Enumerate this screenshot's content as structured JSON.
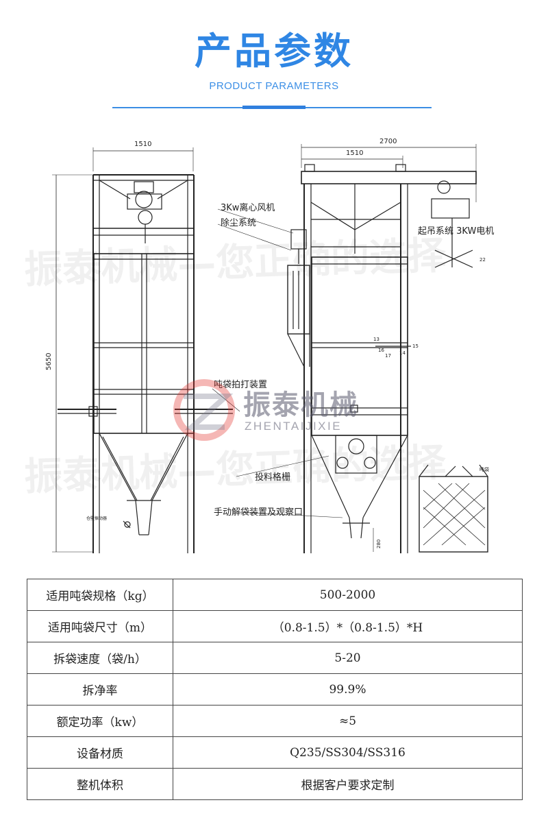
{
  "header": {
    "title": "产品参数",
    "subtitle": "PRODUCT PARAMETERS"
  },
  "drawing": {
    "dim_width_front": "1510",
    "dim_width_side": "2700",
    "dim_width_side_inner": "1510",
    "dim_height": "5650",
    "dim_small": "280",
    "label_fan": "3Kw离心风机",
    "label_dust": "除尘系统",
    "label_hoist": "起吊系统 3KW电机",
    "label_beater": "吨袋拍打装置",
    "label_grid": "投料格栅",
    "label_manual": "手动解袋装置及观察口",
    "label_bag": "吨袋",
    "label_vibrator": "仓壁振动器",
    "callouts": [
      "13",
      "14",
      "15",
      "16",
      "17",
      "22"
    ]
  },
  "watermarks": {
    "line1": "振泰机械—您正确的选择",
    "line2": "振泰机械—您正确的选择",
    "logo_cn": "振泰机械",
    "logo_en": "ZHENTAIJIXIE"
  },
  "colors": {
    "title_blue": "#2f86e4",
    "rule_blue": "#3b8de4",
    "logo_red": "#e2322a"
  },
  "params": [
    {
      "label": "适用吨袋规格（kg）",
      "value": "500-2000"
    },
    {
      "label": "适用吨袋尺寸（m）",
      "value": "（0.8-1.5）*（0.8-1.5）*H"
    },
    {
      "label": "拆袋速度（袋/h）",
      "value": "5-20"
    },
    {
      "label": "拆净率",
      "value": "99.9%"
    },
    {
      "label": "额定功率（kw）",
      "value": "≈5"
    },
    {
      "label": "设备材质",
      "value": "Q235/SS304/SS316"
    },
    {
      "label": "整机体积",
      "value": "根据客户要求定制"
    }
  ]
}
